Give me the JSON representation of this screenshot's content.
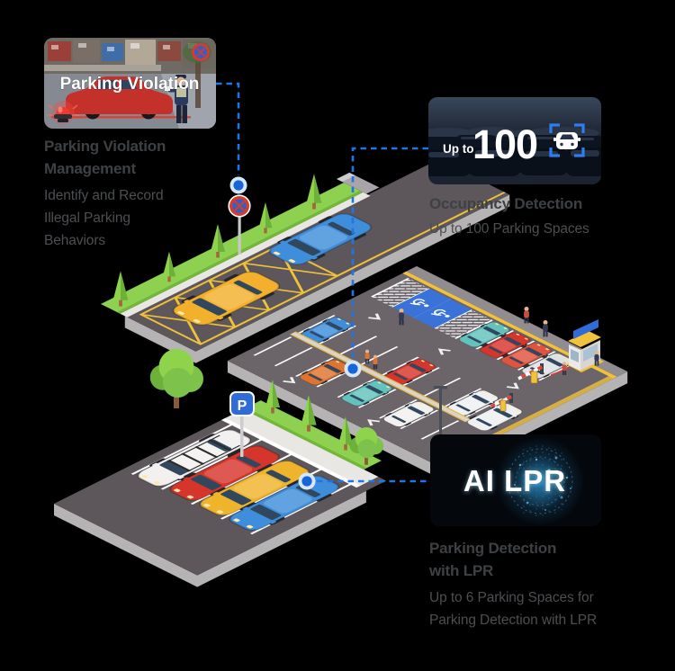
{
  "cards": {
    "violation": {
      "overlay_label": "Parking Violation",
      "title_line1": "Parking Violation",
      "title_line2": "Management",
      "desc_line1": "Identify and Record",
      "desc_line2": "Illegal Parking",
      "desc_line3": "Behaviors"
    },
    "occupancy": {
      "overlay_prefix": "Up to",
      "overlay_number": "100",
      "title": "Occupancy Detection",
      "desc": "Up to 100 Parking Spaces"
    },
    "lpr": {
      "overlay_label": "AI LPR",
      "title_line1": "Parking Detection",
      "title_line2": "with LPR",
      "desc_line1": "Up to 6 Parking Spaces for",
      "desc_line2": "Parking Detection with LPR"
    }
  },
  "illustration": {
    "p_sign_label": "P"
  },
  "colors": {
    "connector_blue": "#1f74e8",
    "node_blue": "#1766d8",
    "node_halo": "#d8e7f8",
    "title_text": "#3e4144",
    "body_text": "#4c4f52",
    "bracket_blue": "#2f7ef0"
  }
}
